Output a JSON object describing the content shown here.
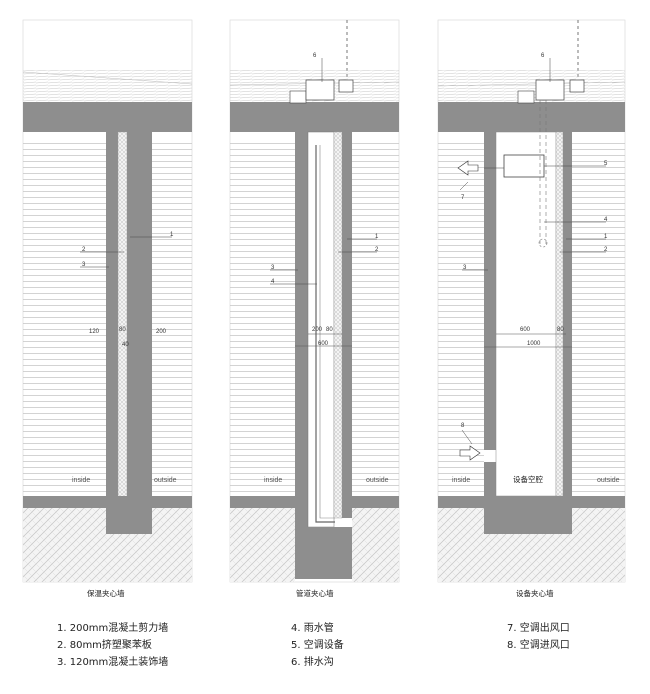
{
  "panels": [
    {
      "caption": "保温夹心墙",
      "inside": "inside",
      "outside": "outside",
      "callouts": [
        "1",
        "2",
        "3"
      ],
      "dims": [
        "120",
        "80",
        "40",
        "200"
      ]
    },
    {
      "caption": "管道夹心墙",
      "inside": "inside",
      "outside": "outside",
      "callouts": [
        "6",
        "1",
        "2",
        "3",
        "4"
      ],
      "dims": [
        "200",
        "80",
        "600"
      ]
    },
    {
      "caption": "设备夹心墙",
      "inside": "inside",
      "outside": "outside",
      "cavity": "设备空腔",
      "callouts": [
        "6",
        "5",
        "7",
        "4",
        "1",
        "2",
        "3",
        "8"
      ],
      "dims": [
        "600",
        "80",
        "1000"
      ]
    }
  ],
  "legend": [
    "1. 200mm混凝土剪力墙",
    "2. 80mm挤塑聚苯板",
    "3. 120mm混凝土装饰墙",
    "4. 雨水管",
    "5. 空调设备",
    "6. 排水沟",
    "7. 空调出风口",
    "8. 空调进风口"
  ]
}
